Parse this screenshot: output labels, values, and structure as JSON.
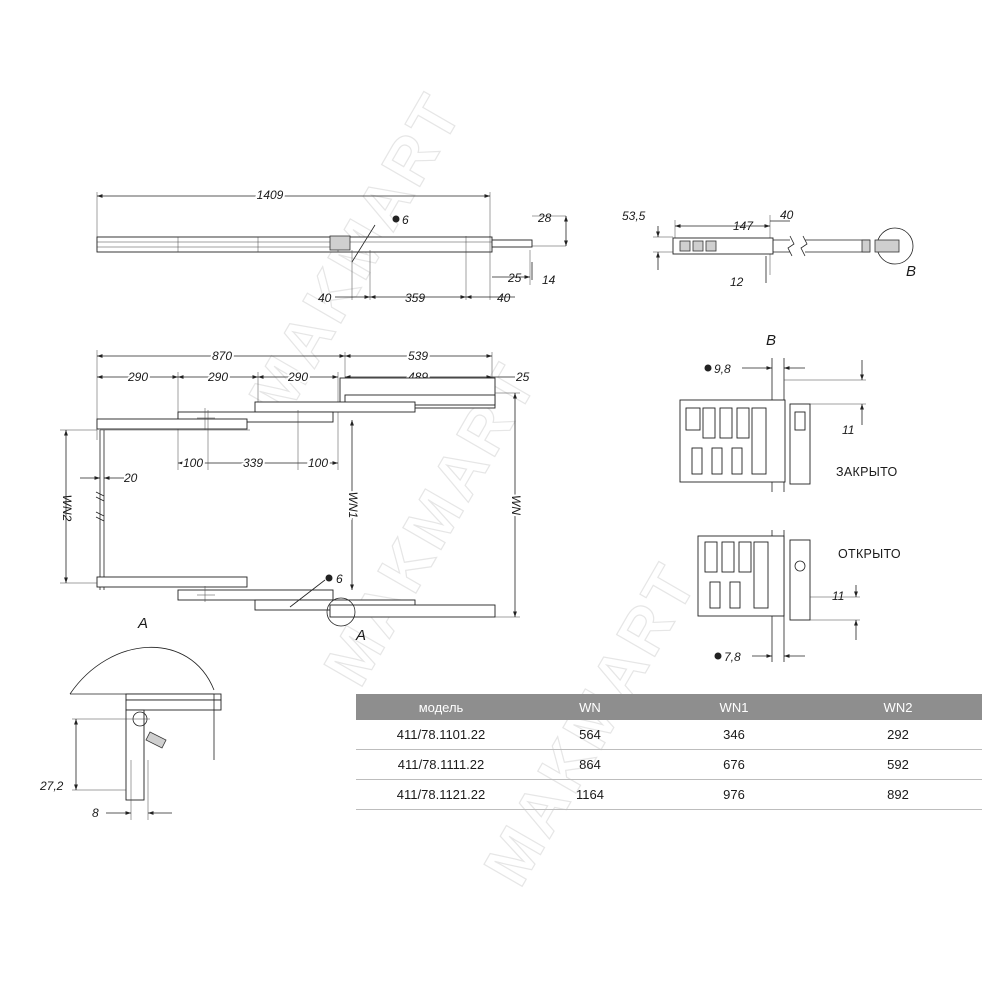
{
  "watermark": "MAKMART",
  "top_view": {
    "dims": {
      "length": "1409",
      "hole": "6",
      "h28": "28",
      "d25": "25",
      "d14": "14",
      "d40a": "40",
      "d359": "359",
      "d40b": "40"
    }
  },
  "section_view": {
    "dims": {
      "d535": "53,5",
      "d147": "147",
      "d40": "40",
      "d12": "12"
    },
    "detail_label": "B"
  },
  "plan_view": {
    "dims": {
      "d870": "870",
      "d539": "539",
      "d290a": "290",
      "d290b": "290",
      "d290c": "290",
      "d489": "489",
      "d25": "25",
      "d100a": "100",
      "d339": "339",
      "d100b": "100",
      "d20": "20",
      "wn2": "WN2",
      "wn1": "WN1",
      "wn": "WN",
      "hole": "6"
    },
    "detail_marker": "A"
  },
  "detail_a": {
    "label": "A",
    "dims": {
      "d272": "27,2",
      "d8": "8"
    }
  },
  "detail_b": {
    "label": "B",
    "dims": {
      "d98": "9,8",
      "d11a": "11",
      "d11b": "11",
      "d78": "7,8"
    },
    "closed_label": "ЗАКРЫТО",
    "open_label": "ОТКРЫТО"
  },
  "table": {
    "headers": [
      "модель",
      "WN",
      "WN1",
      "WN2"
    ],
    "rows": [
      [
        "411/78.1101.22",
        "564",
        "346",
        "292"
      ],
      [
        "411/78.1111.22",
        "864",
        "676",
        "592"
      ],
      [
        "411/78.1121.22",
        "1164",
        "976",
        "892"
      ]
    ]
  }
}
